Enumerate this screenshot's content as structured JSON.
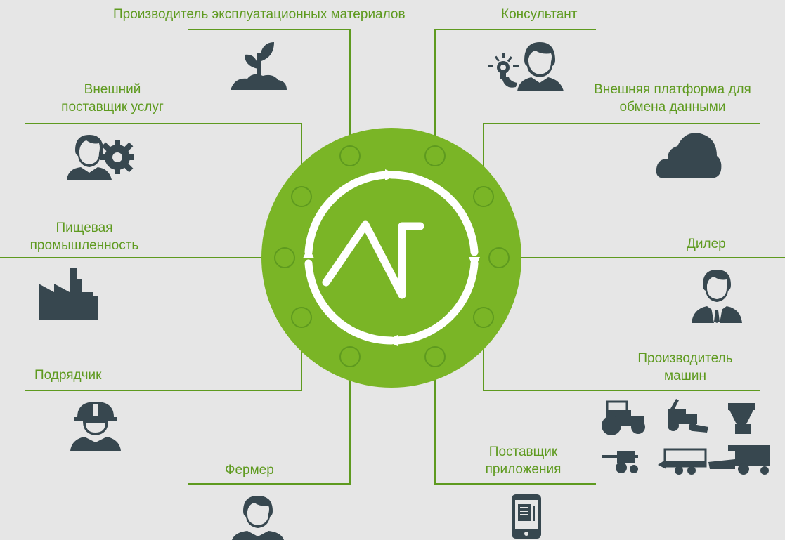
{
  "colors": {
    "background": "#e6e6e6",
    "accent_green": "#7ab526",
    "line_green": "#5e9a1f",
    "label_green": "#5e9a1f",
    "icon_dark": "#37474f",
    "logo_white": "#ffffff"
  },
  "hub": {
    "logo_text": "AR",
    "logo_icon": "ar-cycle-logo-icon"
  },
  "nodes": [
    {
      "id": "producer-materials",
      "label": "Производитель эксплуатационных материалов",
      "icon": "seedling-icon"
    },
    {
      "id": "consultant",
      "label": "Консультант",
      "icon": "consultant-idea-icon"
    },
    {
      "id": "external-service",
      "label": "Внешний поставщик услуг",
      "icon": "person-gear-icon"
    },
    {
      "id": "external-platform",
      "label": "Внешняя платформа для обмена данными",
      "icon": "cloud-icon"
    },
    {
      "id": "food-industry",
      "label": "Пищевая промышленность",
      "icon": "factory-icon"
    },
    {
      "id": "dealer",
      "label": "Дилер",
      "icon": "businessman-icon"
    },
    {
      "id": "contractor",
      "label": "Подрядчик",
      "icon": "hardhat-worker-icon"
    },
    {
      "id": "machine-producer",
      "label": "Производитель машин",
      "icon": "farm-machinery-icon"
    },
    {
      "id": "farmer",
      "label": "Фермер",
      "icon": "farmer-icon"
    },
    {
      "id": "app-provider",
      "label": "Поставщик приложения",
      "icon": "tablet-app-icon"
    }
  ],
  "labels": {
    "producer_materials": "Производитель эксплуатационных материалов",
    "consultant": "Консультант",
    "external_service_line1": "Внешний",
    "external_service_line2": "поставщик услуг",
    "external_platform_line1": "Внешняя платформа для",
    "external_platform_line2": "обмена данными",
    "food_industry_line1": "Пищевая",
    "food_industry_line2": "промышленность",
    "dealer": "Дилер",
    "contractor": "Подрядчик",
    "machine_producer_line1": "Производитель",
    "machine_producer_line2": "машин",
    "farmer": "Фермер",
    "app_provider_line1": "Поставщик",
    "app_provider_line2": "приложения"
  }
}
